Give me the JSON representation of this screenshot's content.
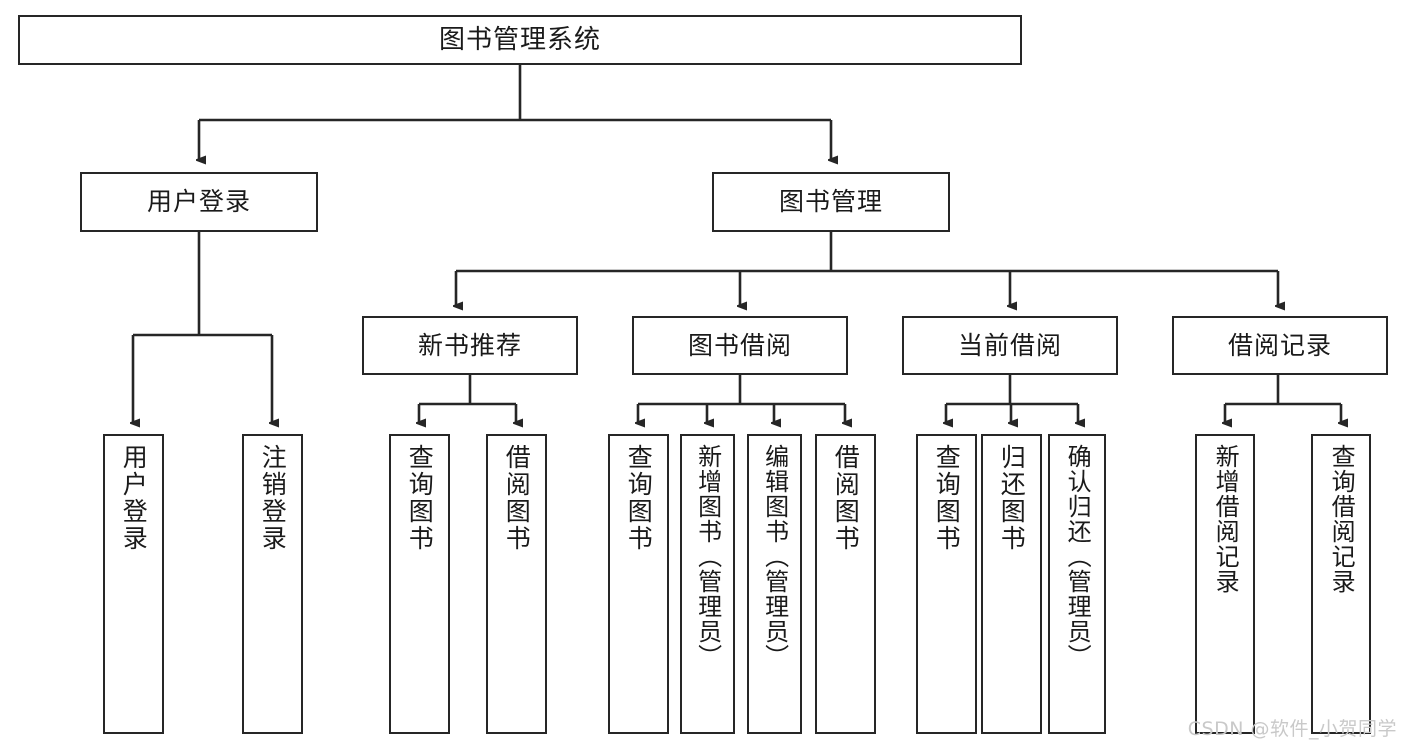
{
  "diagram": {
    "title": "图书管理系统",
    "type": "tree",
    "watermark": "CSDN @软件_小贺同学",
    "colors": {
      "box_border": "#262626",
      "box_fill": "#ffffff",
      "connector": "#262626",
      "text": "#1a1a1a",
      "watermark": "#c9c9c9",
      "background": "#ffffff"
    },
    "root": {
      "label": "图书管理系统"
    },
    "level1": [
      {
        "label": "用户登录"
      },
      {
        "label": "图书管理"
      }
    ],
    "level2": [
      {
        "label": "新书推荐"
      },
      {
        "label": "图书借阅"
      },
      {
        "label": "当前借阅"
      },
      {
        "label": "借阅记录"
      }
    ],
    "leaves": {
      "user_login": [
        {
          "label": "用户登录"
        },
        {
          "label": "注销登录"
        }
      ],
      "new_book": [
        {
          "label": "查询图书"
        },
        {
          "label": "借阅图书"
        }
      ],
      "book_borrow": [
        {
          "label": "查询图书"
        },
        {
          "label": "新增图书（管理员）"
        },
        {
          "label": "编辑图书（管理员）"
        },
        {
          "label": "借阅图书"
        }
      ],
      "current_borrow": [
        {
          "label": "查询图书"
        },
        {
          "label": "归还图书"
        },
        {
          "label": "确认归还（管理员）"
        }
      ],
      "borrow_record": [
        {
          "label": "新增借阅记录"
        },
        {
          "label": "查询借阅记录"
        }
      ]
    }
  }
}
